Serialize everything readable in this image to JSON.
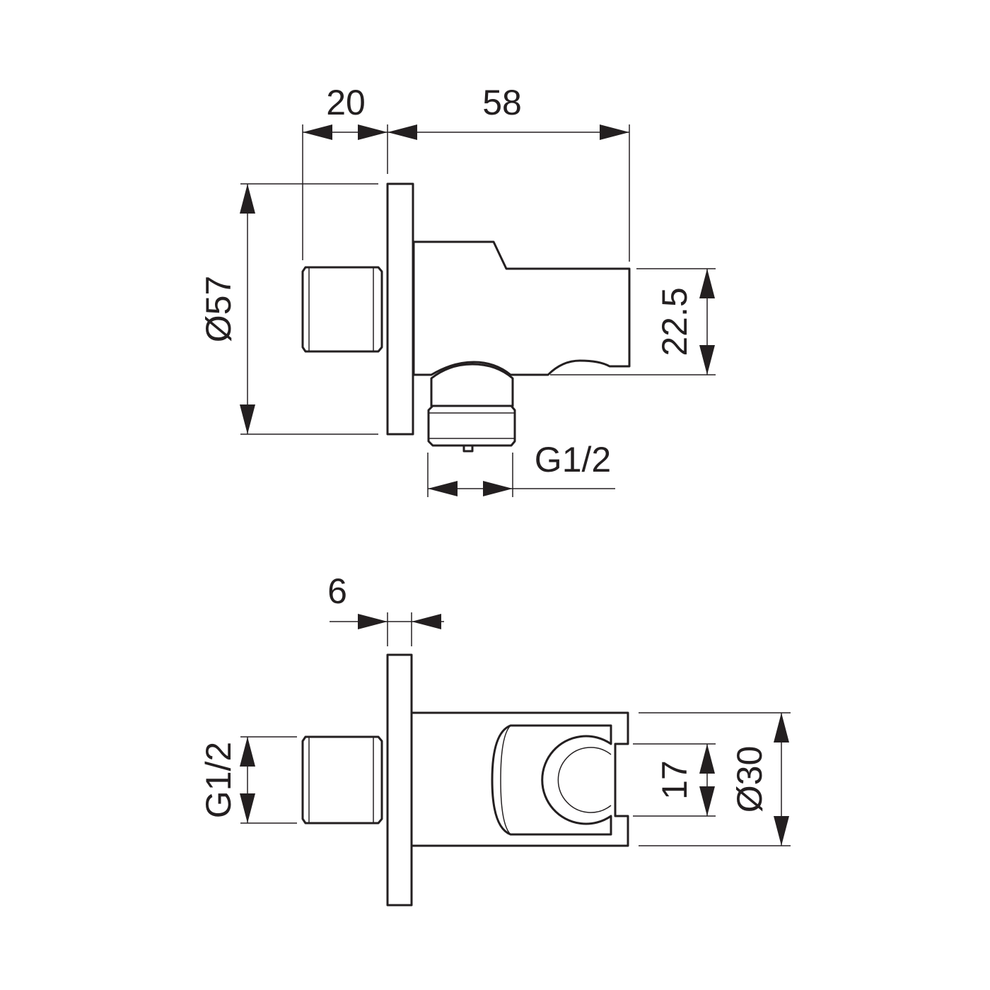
{
  "side_view": {
    "dim_mount_depth": "20",
    "dim_body_length": "58",
    "dim_flange_diameter": "Ø57",
    "dim_holder_height": "22.5",
    "dim_outlet_thread": "G1/2"
  },
  "front_view": {
    "dim_flange_thickness": "6",
    "dim_inlet_thread": "G1/2",
    "dim_holder_opening": "17",
    "dim_holder_diameter": "Ø30"
  },
  "colors": {
    "line": "#231f20",
    "background": "#ffffff"
  }
}
